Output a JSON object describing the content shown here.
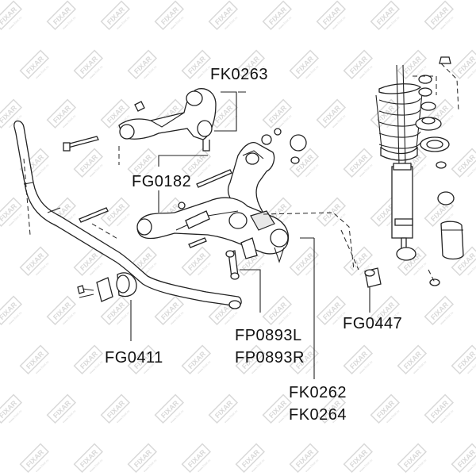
{
  "watermark": {
    "text": "FIXAR",
    "subtext": "www.fixar.ru",
    "color": "#d9d9d9"
  },
  "labels": {
    "fk0263": "FK0263",
    "fg0182": "FG0182",
    "fp0893l": "FP0893L",
    "fp0893r": "FP0893R",
    "fg0411": "FG0411",
    "fg0447": "FG0447",
    "fk0262": "FK0262",
    "fk0264": "FK0264"
  }
}
